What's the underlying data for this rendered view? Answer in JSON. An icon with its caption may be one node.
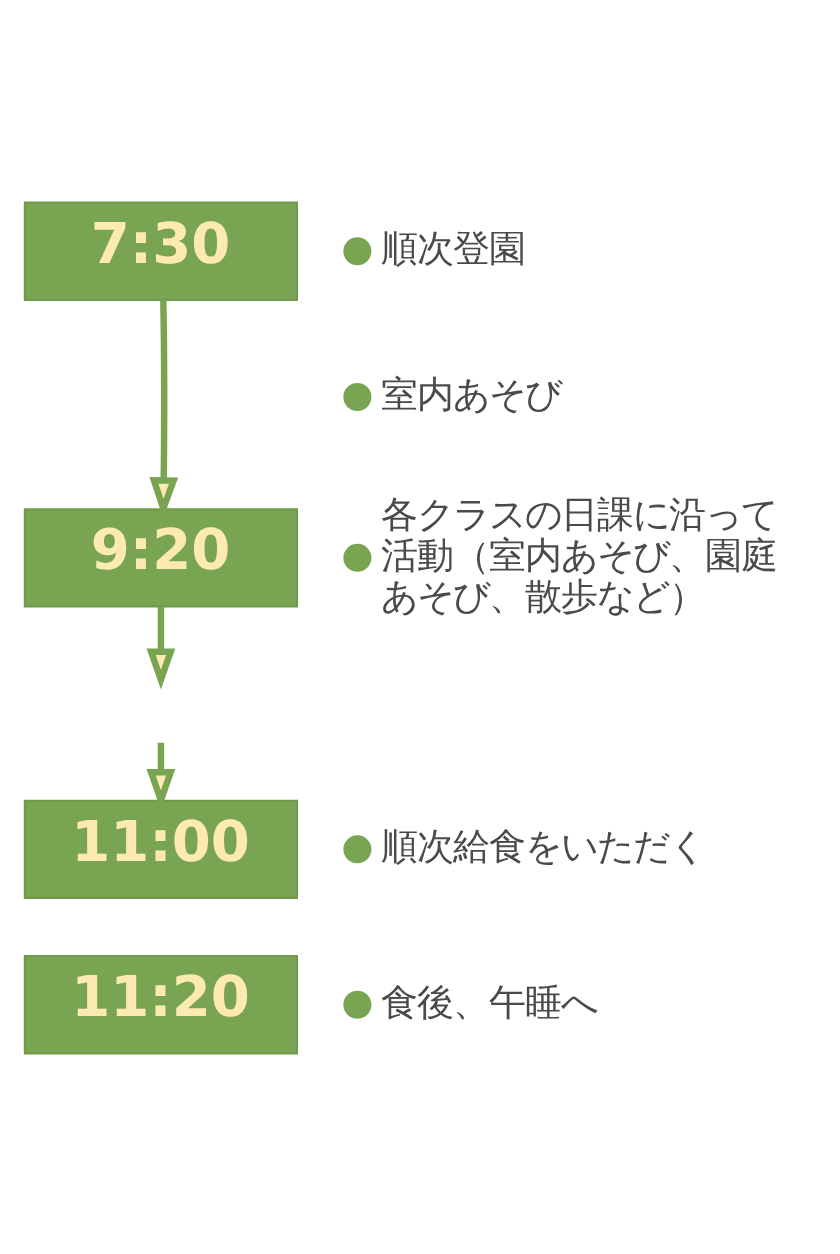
{
  "diagram": {
    "nodes": [
      {
        "text": [
          "7:30"
        ],
        "beside": [
          "順次登園",
          "室内あそび"
        ]
      },
      {
        "text": [
          "9:20"
        ],
        "beside": [
          "各クラスの日課に沿って活動（室内あそび、園庭あそび、散歩など）"
        ]
      },
      {
        "text": [
          "11:00"
        ],
        "beside": [
          "順次給食をいただく"
        ]
      },
      {
        "text": [
          "11:20"
        ],
        "beside": [
          "食後、午睡へ"
        ]
      }
    ],
    "edges": [
      {
        "from": 0,
        "to": 1,
        "arrow": "to"
      },
      {
        "from": 1,
        "to": null,
        "arrow": "to"
      },
      {
        "from": null,
        "to": 2,
        "arrow": "to"
      }
    ]
  }
}
